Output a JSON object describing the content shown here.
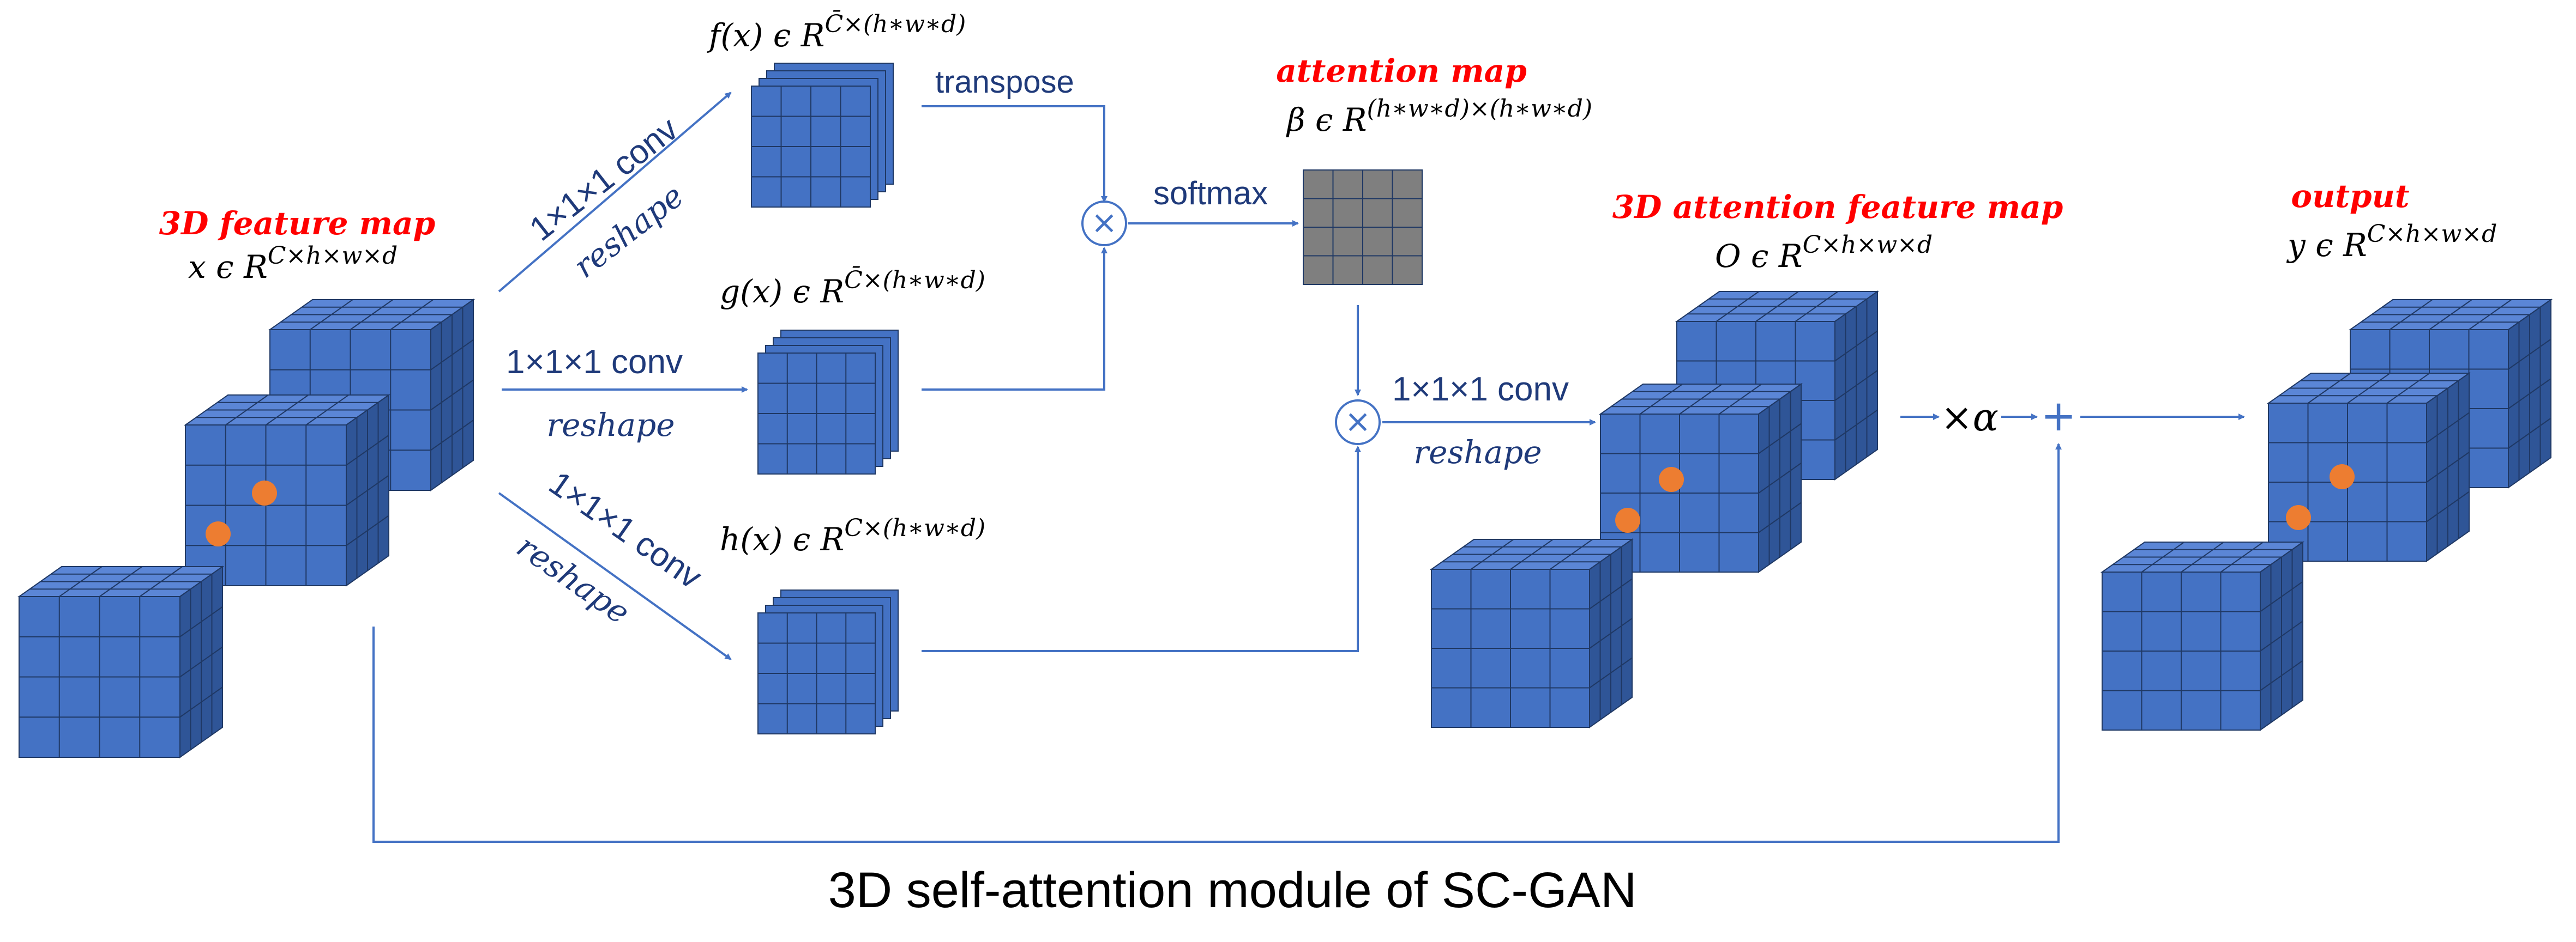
{
  "caption": "3D self-attention module of SC-GAN",
  "input": {
    "title": "3D feature map",
    "formula_base": "x ϵ R",
    "formula_sup": "C×h×w×d"
  },
  "branches": {
    "f": {
      "formula_base": "f(x) ϵ R",
      "formula_sup": "C̄×(h∗w∗d)",
      "op": "1×1×1 conv",
      "op2": "reshape"
    },
    "g": {
      "formula_base": "g(x) ϵ R",
      "formula_sup": "C̄×(h∗w∗d)",
      "op": "1×1×1 conv",
      "op2": "reshape"
    },
    "h": {
      "formula_base": "h(x) ϵ R",
      "formula_sup": "C×(h∗w∗d)",
      "op": "1×1×1 conv",
      "op2": "reshape"
    }
  },
  "transpose_label": "transpose",
  "softmax_label": "softmax",
  "attention": {
    "title": "attention map",
    "formula_base": "β ϵ R",
    "formula_sup": "(h∗w∗d)×(h∗w∗d)"
  },
  "after_mult": {
    "op": "1×1×1 conv",
    "op2": "reshape"
  },
  "attn_feature": {
    "title": "3D attention feature map",
    "formula_base": "O ϵ R",
    "formula_sup": "C×h×w×d"
  },
  "scale_label": "×α",
  "plus_symbol": "+",
  "multiply_symbol": "×",
  "output": {
    "title": "output",
    "formula_base": "y ϵ R",
    "formula_sup": "C×h×w×d"
  },
  "colors": {
    "cube_fill": "#4472c4",
    "cube_top": "#5b86d6",
    "cube_side": "#2f5597",
    "cube_stroke": "#1f3864",
    "attention_fill": "#7f7f7f",
    "dot": "#ed7d31",
    "arrow": "#4472c4",
    "title_red": "#ff0000"
  }
}
